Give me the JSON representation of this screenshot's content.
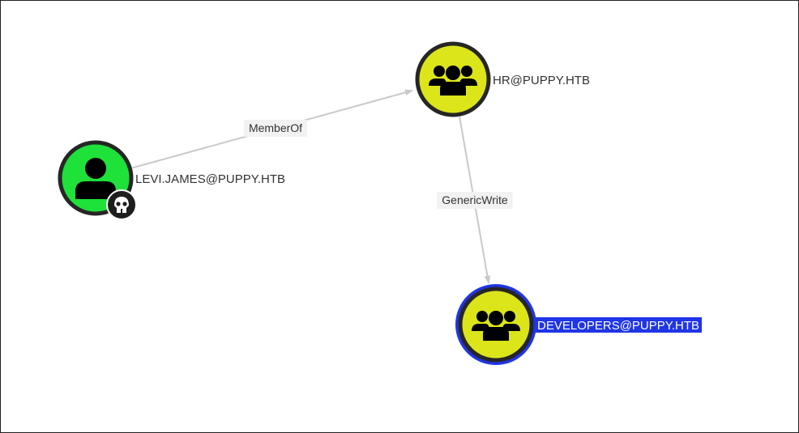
{
  "graph": {
    "nodes": [
      {
        "id": "levi",
        "label": "LEVI.JAMES@PUPPY.HTB",
        "kind": "user",
        "fill": "#1ee13a",
        "owned": true,
        "selected": false
      },
      {
        "id": "hr",
        "label": "HR@PUPPY.HTB",
        "kind": "group",
        "fill": "#dbe51a",
        "owned": false,
        "selected": false
      },
      {
        "id": "developers",
        "label": "DEVELOPERS@PUPPY.HTB",
        "kind": "group",
        "fill": "#dbe51a",
        "owned": false,
        "selected": true
      }
    ],
    "edges": [
      {
        "from": "levi",
        "to": "hr",
        "label": "MemberOf"
      },
      {
        "from": "hr",
        "to": "developers",
        "label": "GenericWrite"
      }
    ]
  },
  "colors": {
    "node_border": "#262626",
    "selected_ring": "#1f35e6",
    "selected_label_bg": "#1f35e6",
    "selected_label_text": "#ffffff",
    "edge": "#c9c9c9",
    "edge_label_bg": "#f2f2f2",
    "label_text": "#333333",
    "icon": "#000000",
    "badge_bg": "#1e1e1e",
    "badge_icon": "#ffffff"
  },
  "icons": {
    "user": "user-icon",
    "group": "group-icon",
    "owned_badge": "skull-icon"
  }
}
